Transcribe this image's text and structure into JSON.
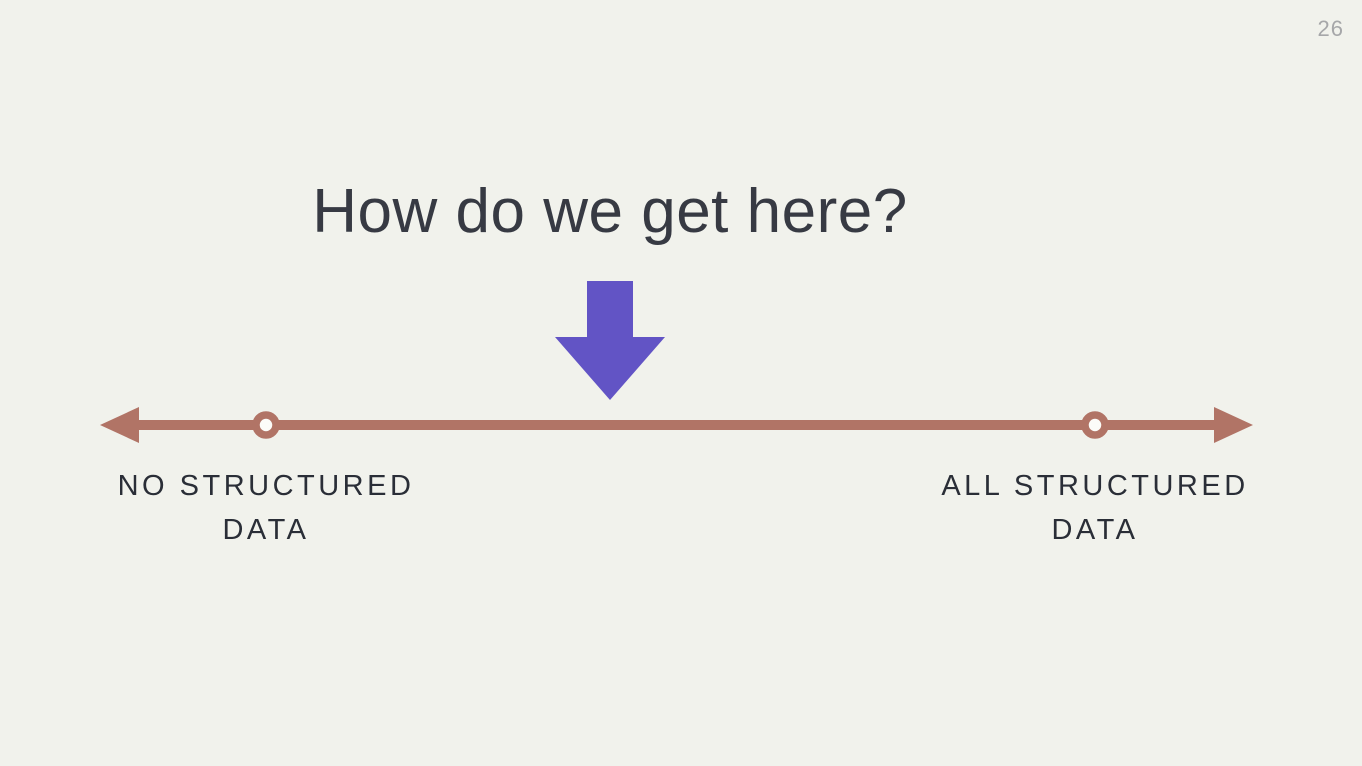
{
  "page_number": "26",
  "title": "How do we get here?",
  "spectrum": {
    "left_label_line1": "NO STRUCTURED",
    "left_label_line2": "DATA",
    "right_label_line1": "ALL STRUCTURED",
    "right_label_line2": "DATA"
  },
  "icons": {
    "pointer": "down-arrow-icon",
    "axis_left_end": "arrowhead-left-icon",
    "axis_right_end": "arrowhead-right-icon",
    "axis_markers": "ring-marker-icon"
  },
  "colors": {
    "background": "#f1f2ec",
    "accent_purple": "#6254c5",
    "line_terracotta": "#b17466",
    "marker_fill": "#fcfcf9",
    "title_text": "#373a43",
    "label_text": "#2a2e37",
    "page_number_gray": "#a6a7a9"
  }
}
